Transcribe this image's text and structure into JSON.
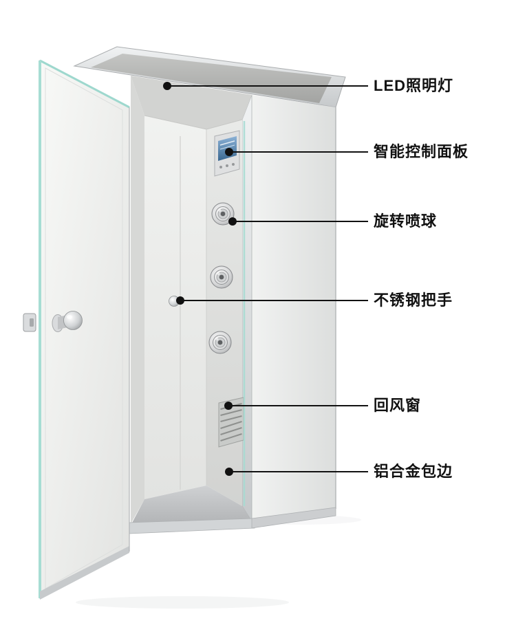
{
  "callouts": [
    {
      "label": "LED照明灯"
    },
    {
      "label": "智能控制面板"
    },
    {
      "label": "旋转喷球"
    },
    {
      "label": "不锈钢把手"
    },
    {
      "label": "回风窗"
    },
    {
      "label": "铝合金包边"
    }
  ],
  "colors": {
    "callout_line": "#111111",
    "callout_dot": "#111111",
    "teal_edge_film": "#9ed8ce",
    "control_screen_blue": "#3a6890",
    "cabinet_panel_gray": "#e6e7e5",
    "background": "#ffffff"
  }
}
